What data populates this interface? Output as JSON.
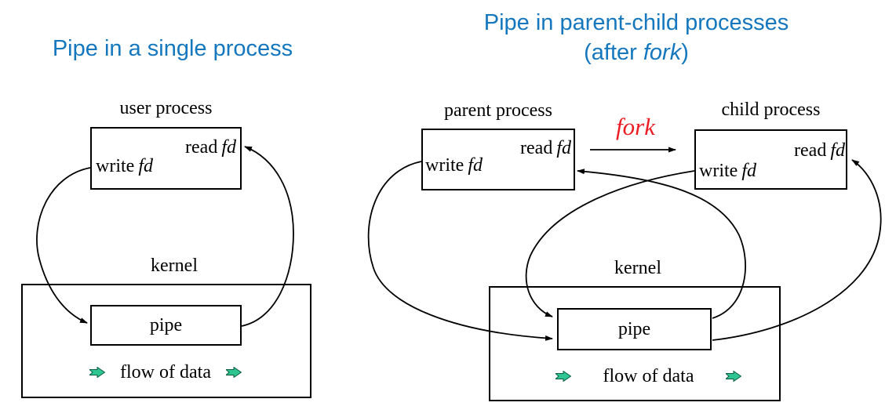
{
  "colors": {
    "title_blue": "#1577BE",
    "fork_red": "#EC1C24",
    "flow_arrow_green": "#2EC591",
    "line_black": "#000000"
  },
  "left_diagram": {
    "title": "Pipe in a single process",
    "process_label": "user process",
    "read_label": "read",
    "write_label": "write",
    "fd_label": "fd",
    "kernel_label": "kernel",
    "pipe_label": "pipe",
    "flow_label": "flow of data"
  },
  "right_diagram": {
    "title_line1": "Pipe in parent-child processes",
    "title_line2_prefix": "(after ",
    "title_line2_italic": "fork",
    "title_line2_suffix": ")",
    "parent_label": "parent process",
    "child_label": "child process",
    "fork_label": "fork",
    "read_label": "read",
    "write_label": "write",
    "fd_label": "fd",
    "kernel_label": "kernel",
    "pipe_label": "pipe",
    "flow_label": "flow of data"
  }
}
